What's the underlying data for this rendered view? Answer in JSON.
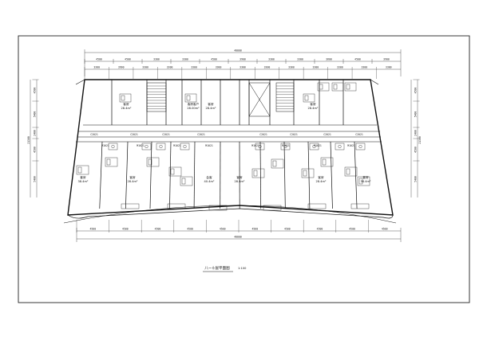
{
  "drawing": {
    "title": "八~十层平面图",
    "scale": "1:100",
    "top_overall": "40000",
    "bottom_overall": "40000",
    "top_dims": [
      "4500",
      "4500",
      "3300",
      "3300",
      "4500",
      "3900",
      "3300",
      "3300",
      "3600",
      "4500",
      "3900"
    ],
    "top_dims2": [
      "3300",
      "3900",
      "3300",
      "3300",
      "3300",
      "3300",
      "3300",
      "3300",
      "3300",
      "3300",
      "3300",
      "3300",
      "3300"
    ],
    "bottom_dims": [
      "4500",
      "4500",
      "4500",
      "4500",
      "4500",
      "4500",
      "4500",
      "4500",
      "4500",
      "4500"
    ],
    "left_dims": [
      "4500",
      "5400",
      "2400",
      "4500",
      "5400"
    ],
    "left_overall": "21300",
    "right_dims": [
      "4500",
      "5400",
      "2400",
      "4500",
      "5400"
    ],
    "right_overall": "21300",
    "rooms_upper": [
      {
        "name": "客房",
        "area": "28.4m²"
      },
      {
        "name": "客房客户",
        "area": "28.00m²"
      },
      {
        "name": "客房",
        "area": "28.4m²"
      },
      {
        "name": "客房",
        "area": "28.4m²"
      }
    ],
    "rooms_lower": [
      {
        "name": "套房",
        "area": "38.4m²"
      },
      {
        "name": "客房",
        "area": "28.4m²"
      },
      {
        "name": "会客",
        "area": "40.4m²"
      },
      {
        "name": "客房",
        "area": "28.4m²"
      },
      {
        "name": "客房",
        "area": "28.4m²"
      },
      {
        "name": "套房",
        "area": "38.4m²"
      }
    ],
    "corridor_tags": [
      "C2021",
      "C2021",
      "C2021",
      "C2021",
      "C2021",
      "C2021",
      "C2021",
      "C2021"
    ],
    "door_tags": [
      "M1021",
      "M1021",
      "M1021",
      "M1021",
      "M1021",
      "M1021",
      "M1021",
      "M1021"
    ]
  }
}
